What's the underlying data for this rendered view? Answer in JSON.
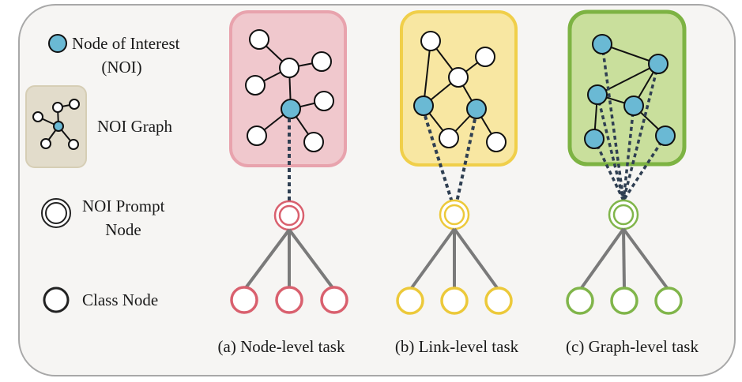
{
  "legend": {
    "noi_label_line1": "Node of Interest",
    "noi_label_line2": "(NOI)",
    "noi_graph_label": "NOI Graph",
    "prompt_label_line1": "NOI Prompt",
    "prompt_label_line2": "Node",
    "class_label": "Class Node"
  },
  "panels": [
    {
      "caption": "(a) Node-level task",
      "color": "#d9606e",
      "fill": "#f0c8cd",
      "edge": "#e8a3ad"
    },
    {
      "caption": "(b) Link-level task",
      "color": "#ecc93a",
      "fill": "#f8e7a2",
      "edge": "#f0cf4a"
    },
    {
      "caption": "(c) Graph-level task",
      "color": "#80b54a",
      "fill": "#c9df9c",
      "edge": "#7db343"
    }
  ],
  "colors": {
    "noi_node": "#6ab9d4",
    "frame_fill": "#f6f5f3",
    "frame_stroke": "#a8a8a8",
    "noi_graph_bg": "#e2dccb",
    "dash": "#2f3f52",
    "class_edge": "#7a7a7a"
  }
}
